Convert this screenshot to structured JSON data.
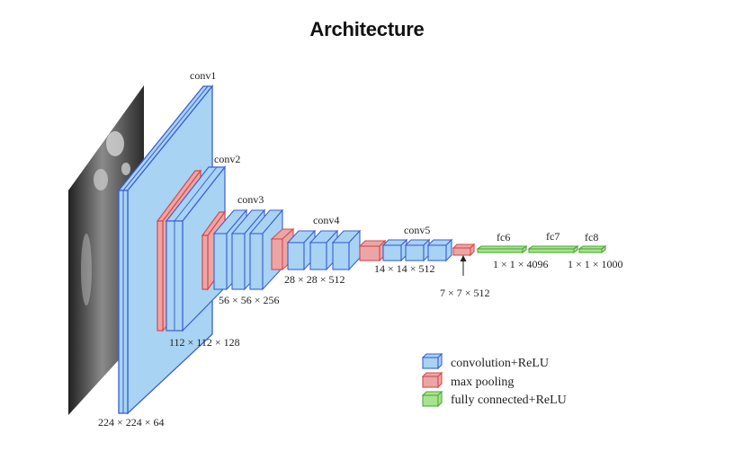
{
  "title": "Architecture",
  "colors": {
    "conv_fill": "#a8d3f3",
    "conv_stroke": "#3a5fd6",
    "pool_fill": "#eaa6a6",
    "pool_stroke": "#d84a4a",
    "fc_fill": "#a9e38f",
    "fc_stroke": "#4aaa3a"
  },
  "input_image": {
    "icon": "grayscale-input-image"
  },
  "layers": {
    "conv1": "conv1",
    "conv2": "conv2",
    "conv3": "conv3",
    "conv4": "conv4",
    "conv5": "conv5",
    "fc6": "fc6",
    "fc7": "fc7",
    "fc8": "fc8"
  },
  "dims": {
    "d224": "224 × 224 × 64",
    "d112": "112 × 112 × 128",
    "d56": "56 × 56 × 256",
    "d28": "28 × 28 × 512",
    "d14": "14 × 14 × 512",
    "d7": "7 × 7 × 512",
    "d4096": "1 × 1 × 4096",
    "d1000": "1 × 1 × 1000"
  },
  "legend": {
    "conv": "convolution+ReLU",
    "pool": "max pooling",
    "fc": "fully connected+ReLU"
  }
}
